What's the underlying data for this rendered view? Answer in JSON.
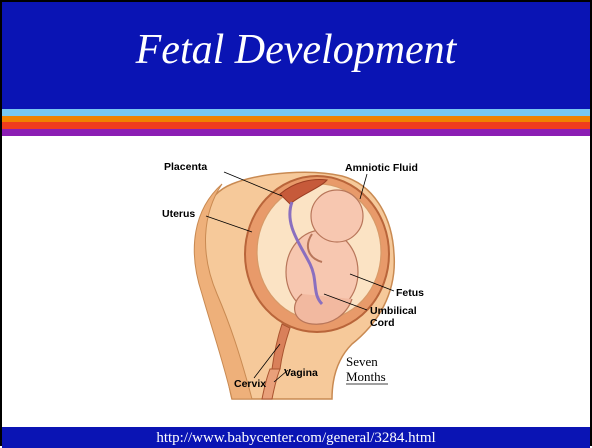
{
  "slide": {
    "title": "Fetal Development",
    "footer_url": "http://www.babycenter.com/general/3284.html"
  },
  "diagram": {
    "labels": {
      "placenta": "Placenta",
      "amniotic_fluid": "Amniotic Fluid",
      "uterus": "Uterus",
      "fetus": "Fetus",
      "umbilical_cord_line1": "Umbilical",
      "umbilical_cord_line2": "Cord",
      "cervix": "Cervix",
      "vagina": "Vagina",
      "caption_line1": "Seven",
      "caption_line2": "Months"
    }
  },
  "colors": {
    "title_bar": "#0a14b4",
    "stripe_light_blue": "#78c8f0",
    "stripe_orange": "#f08200",
    "stripe_red": "#f03c1e",
    "stripe_purple": "#8c1eb4"
  }
}
